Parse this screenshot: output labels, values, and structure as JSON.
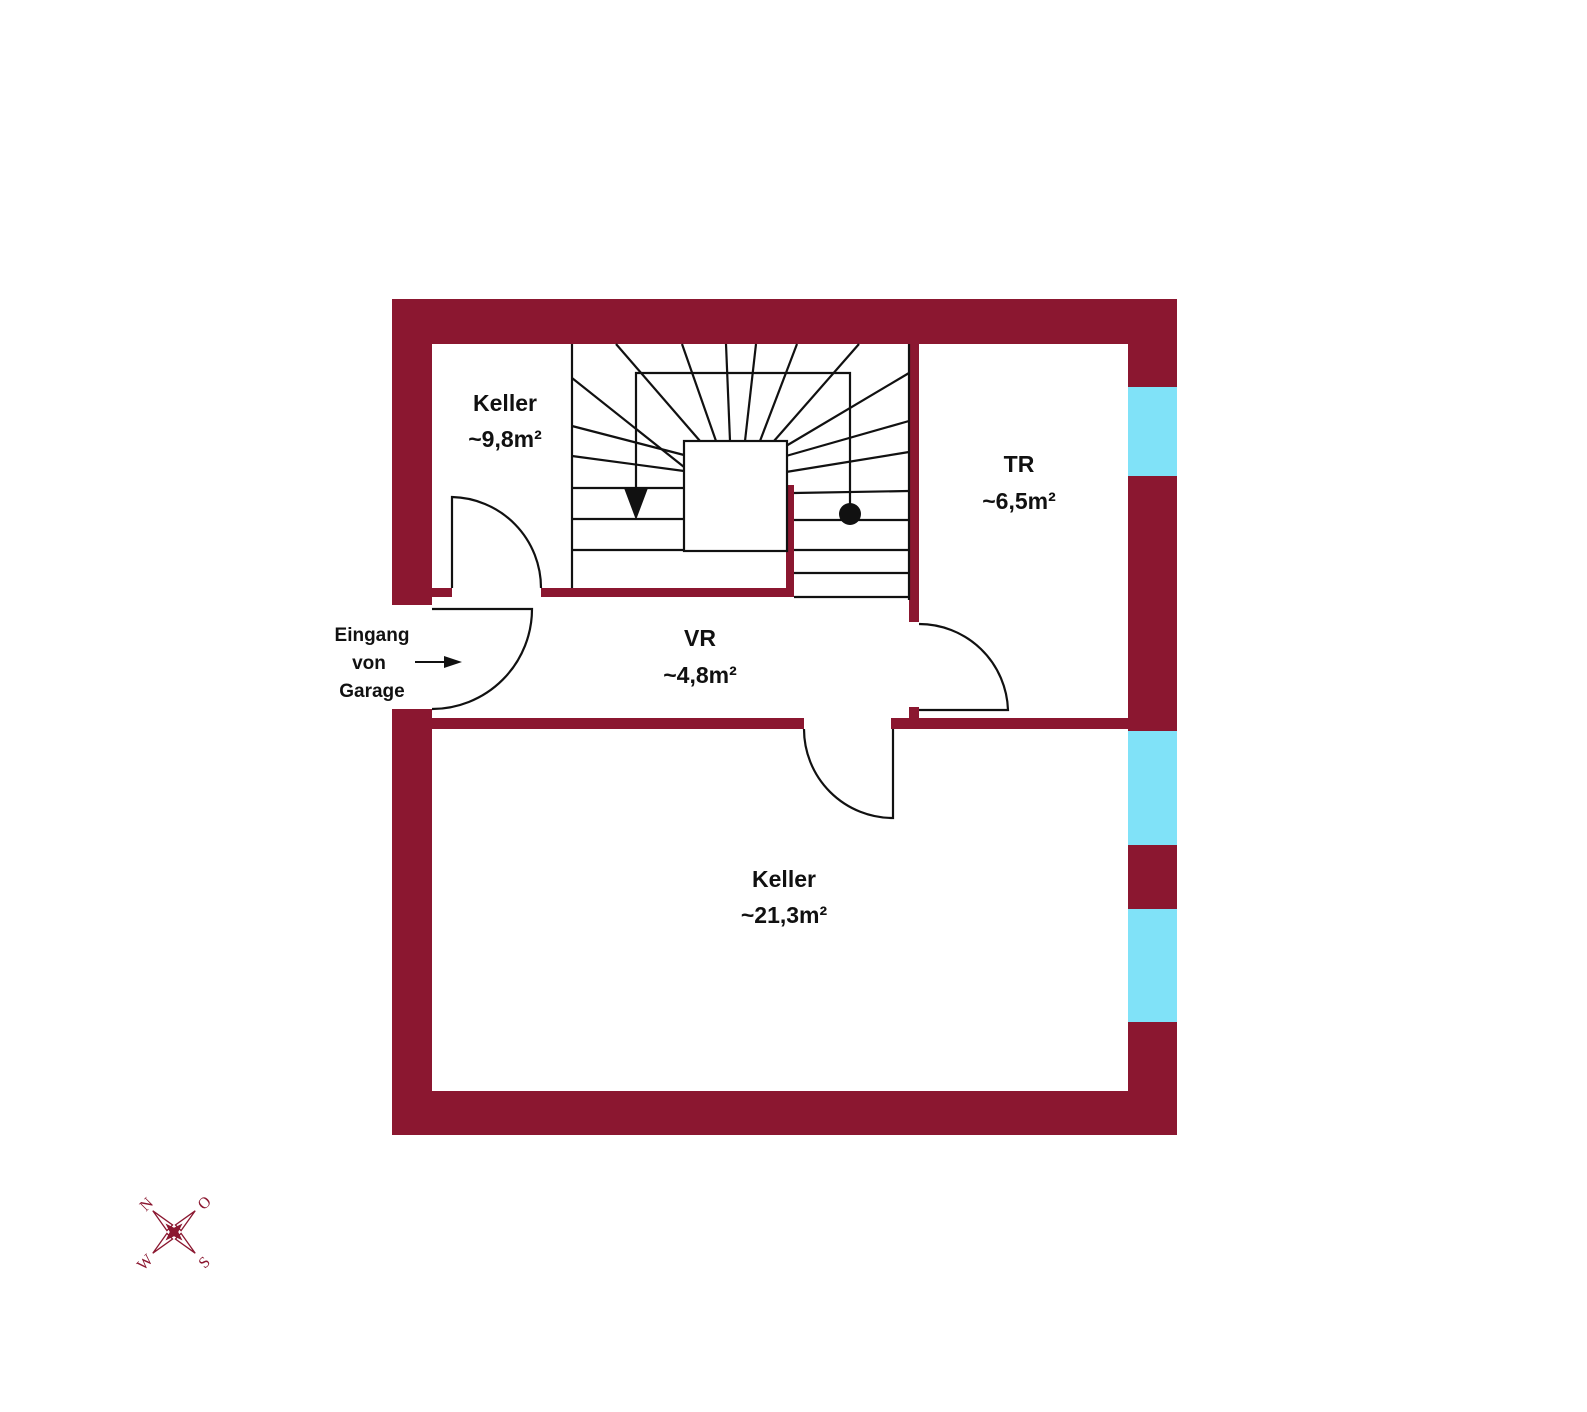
{
  "colors": {
    "wall": "#8B1730",
    "window": "#80E2F8",
    "line": "#111111",
    "background": "#ffffff"
  },
  "rooms": {
    "keller_small": {
      "name": "Keller",
      "area": "~9,8m²"
    },
    "tr": {
      "name": "TR",
      "area": "~6,5m²"
    },
    "vr": {
      "name": "VR",
      "area": "~4,8m²"
    },
    "keller_large": {
      "name": "Keller",
      "area": "~21,3m²"
    }
  },
  "entrance": {
    "line1": "Eingang",
    "line2": "von",
    "line3": "Garage"
  },
  "compass": {
    "north": "N",
    "east": "O",
    "south": "S",
    "west": "W"
  }
}
